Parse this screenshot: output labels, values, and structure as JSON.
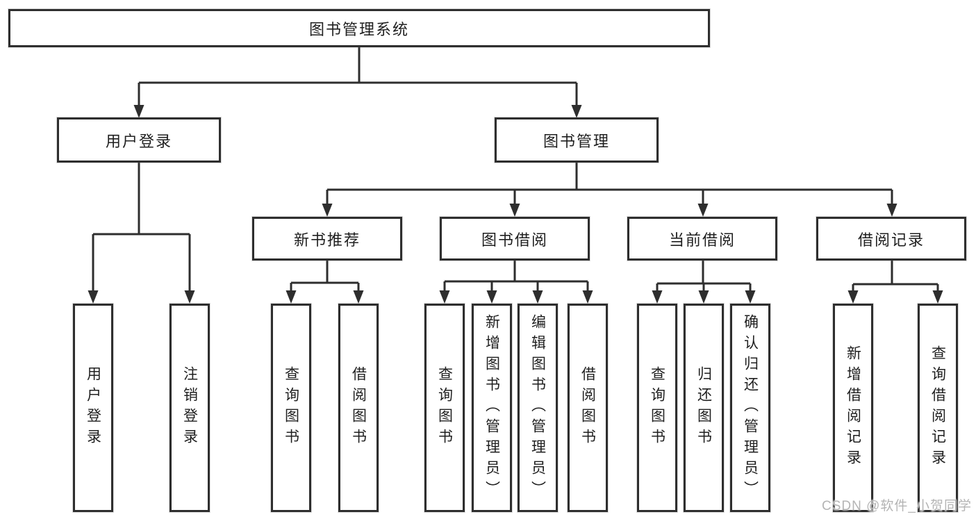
{
  "diagram": {
    "root": {
      "label": "图书管理系统"
    },
    "branches": [
      {
        "label": "用户登录",
        "children": [
          {
            "label": "用户登录"
          },
          {
            "label": "注销登录"
          }
        ]
      },
      {
        "label": "图书管理",
        "sections": [
          {
            "label": "新书推荐",
            "children": [
              {
                "label": "查询图书"
              },
              {
                "label": "借阅图书"
              }
            ]
          },
          {
            "label": "图书借阅",
            "children": [
              {
                "label": "查询图书"
              },
              {
                "label": "新增图书（管理员）"
              },
              {
                "label": "编辑图书（管理员）"
              },
              {
                "label": "借阅图书"
              }
            ]
          },
          {
            "label": "当前借阅",
            "children": [
              {
                "label": "查询图书"
              },
              {
                "label": "归还图书"
              },
              {
                "label": "确认归还（管理员）"
              }
            ]
          },
          {
            "label": "借阅记录",
            "children": [
              {
                "label": "新增借阅记录"
              },
              {
                "label": "查询借阅记录"
              }
            ]
          }
        ]
      }
    ]
  },
  "watermark": "CSDN @软件_小贺同学",
  "colors": {
    "line": "#2e2e2e",
    "box_border": "#2e2e2e",
    "text": "#1f1f1f",
    "watermark": "#b4b4b4",
    "background": "#ffffff"
  }
}
